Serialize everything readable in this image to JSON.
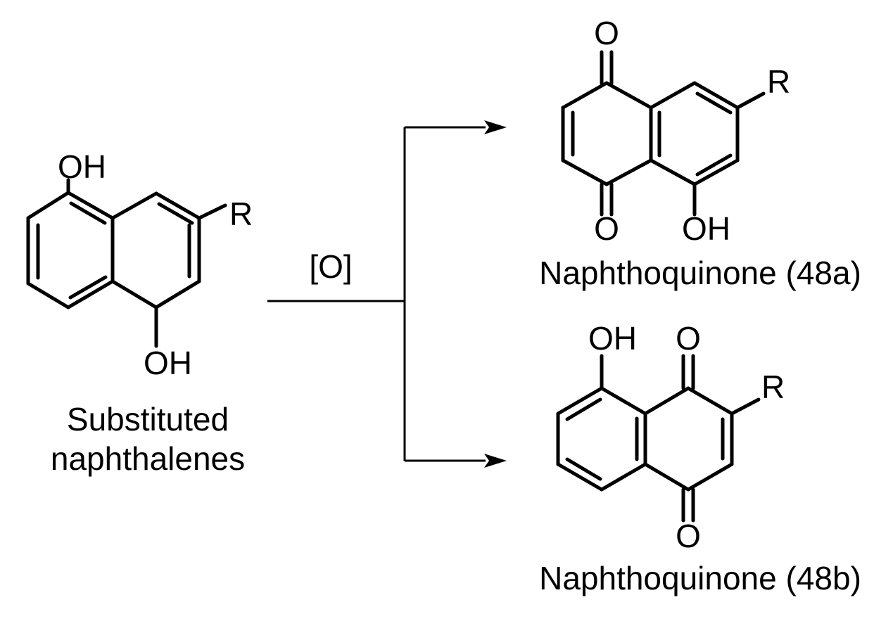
{
  "reactant": {
    "oh_top": "OH",
    "oh_bottom": "OH",
    "substituent": "R",
    "caption_line1": "Substituted",
    "caption_line2": "naphthalenes"
  },
  "reagent": "[O]",
  "product_a": {
    "o_top": "O",
    "o_bottom": "O",
    "oh": "OH",
    "substituent": "R",
    "caption": "Naphthoquinone (48a)"
  },
  "product_b": {
    "oh": "OH",
    "o_top": "O",
    "o_bottom": "O",
    "substituent": "R",
    "caption": "Naphthoquinone (48b)"
  }
}
